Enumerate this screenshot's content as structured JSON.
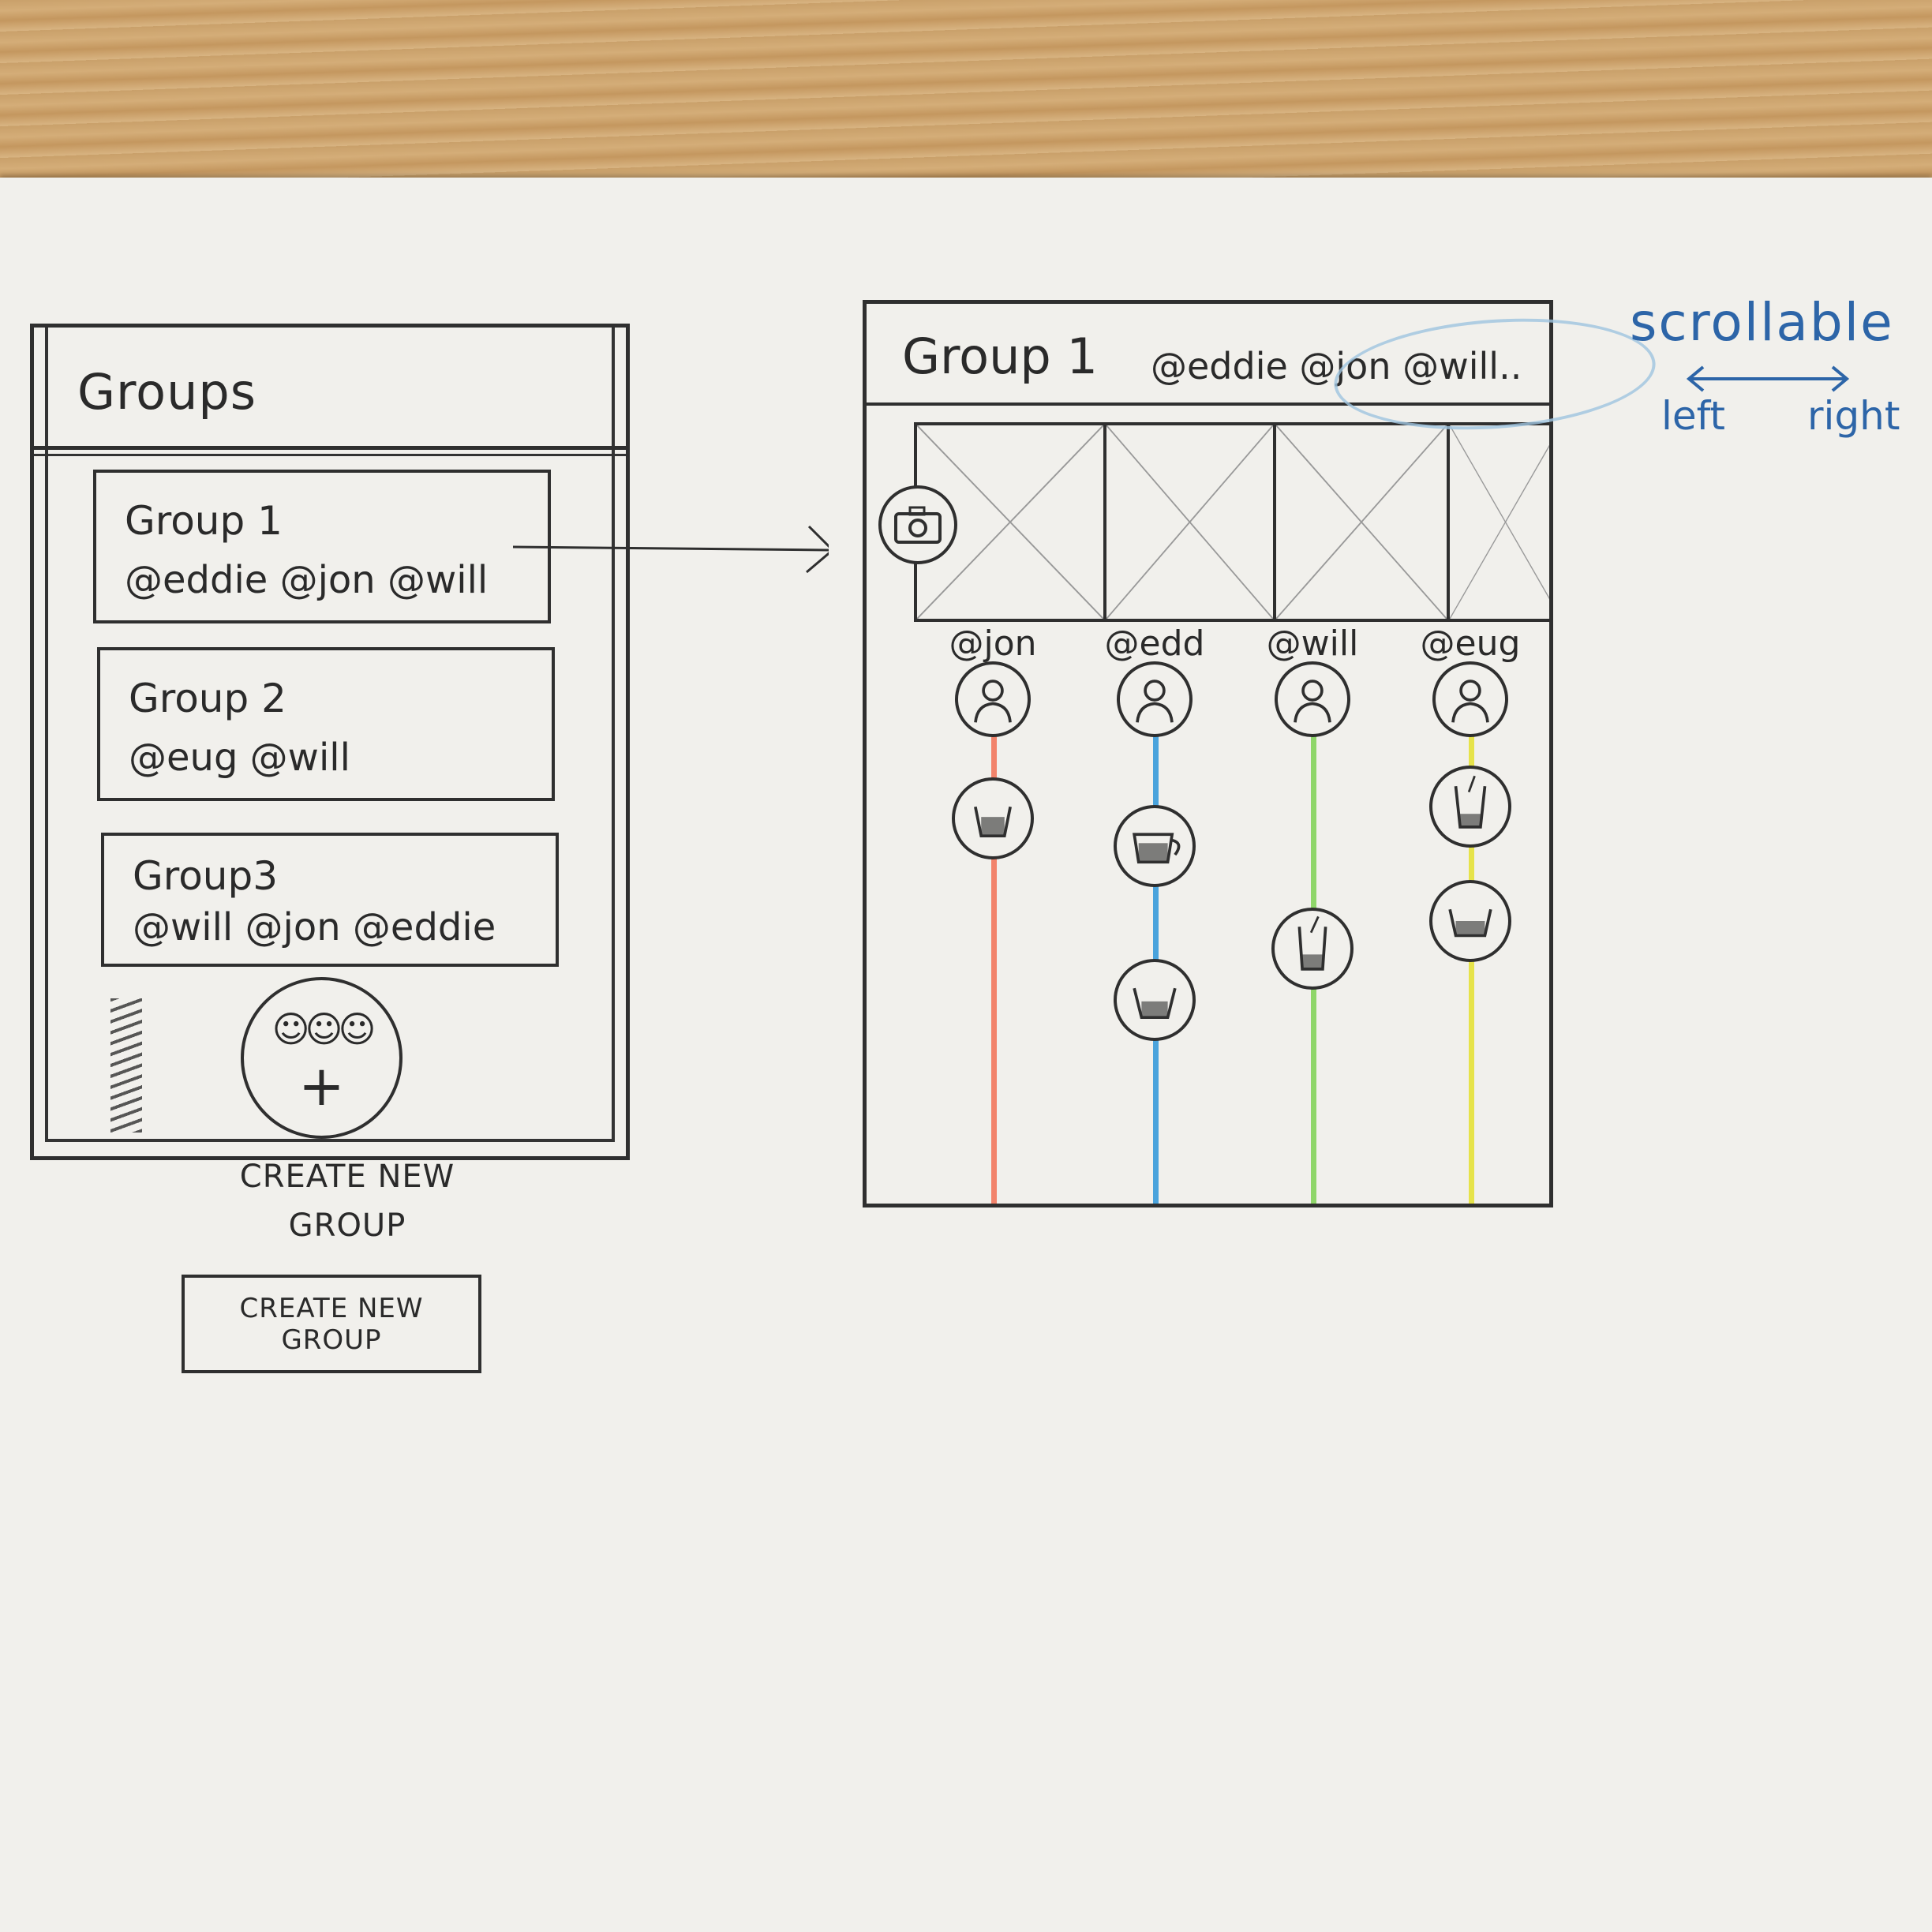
{
  "groups_screen": {
    "title": "Groups",
    "groups": [
      {
        "name": "Group 1",
        "members": "@eddie @jon @will"
      },
      {
        "name": "Group 2",
        "members": "@eug @will"
      },
      {
        "name": "Group3",
        "members": "@will @jon @eddie"
      }
    ],
    "fab_caption_line1": "CREATE NEW",
    "fab_caption_line2": "GROUP",
    "create_button_label": "CREATE NEW GROUP"
  },
  "group_screen": {
    "title": "Group 1",
    "members": "@eddie @jon @will..",
    "columns": [
      {
        "handle": "@jon",
        "color": "#f2836b"
      },
      {
        "handle": "@edd",
        "color": "#4aa3dc"
      },
      {
        "handle": "@will",
        "color": "#8fd66a"
      },
      {
        "handle": "@eug",
        "color": "#e6e34a"
      }
    ]
  },
  "annotation": {
    "label": "scrollable",
    "left": "left",
    "right": "right",
    "color": "#2d65a8"
  }
}
